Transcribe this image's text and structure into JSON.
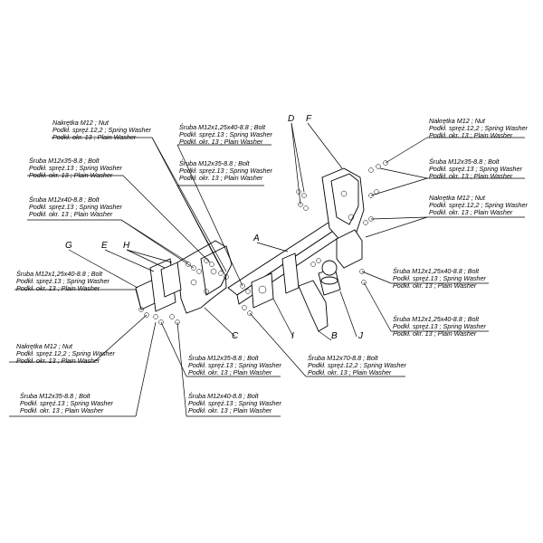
{
  "labels": {
    "tl1": [
      "Nakrętka  M12 ; Nut",
      "Podkł. spręż.12,2 ; Spring Washer",
      "Podkł. okr. 13 ; Plain Washer"
    ],
    "tl2": [
      "Śruba M12x35-8.8 ;  Bolt",
      "Podkł. spręż.13 ; Spring Washer",
      "Podkł. okr. 13 ; Plain Washer"
    ],
    "tl3": [
      "Śruba M12x40-8.8 ;  Bolt",
      "Podkł. spręż.13 ; Spring Washer",
      "Podkł. okr. 13 ; Plain Washer"
    ],
    "tc1": [
      "Śruba M12x1,25x40-8.8 ;  Bolt",
      "Podkł. spręż.13 ; Spring Washer",
      "Podkł. okr. 13 ; Plain Washer"
    ],
    "tc2": [
      "Śruba M12x35-8.8 ;  Bolt",
      "Podkł. spręż.13 ; Spring Washer",
      "Podkł. okr. 13 ; Plain Washer"
    ],
    "tr1": [
      "Nakrętka  M12 ; Nut",
      "Podkł. spręż.12,2 ; Spring Washer",
      "Podkł. okr. 13 ; Plain Washer"
    ],
    "tr2": [
      "Śruba M12x35-8.8 ;  Bolt",
      "Podkł. spręż.13 ; Spring Washer",
      "Podkł. okr. 13 ; Plain Washer"
    ],
    "tr3": [
      "Nakrętka  M12 ; Nut",
      "Podkł. spręż.12,2 ; Spring Washer",
      "Podkł. okr. 13 ; Plain Washer"
    ],
    "ml1": [
      "Śruba M12x1,25x40-8.8 ;  Bolt",
      "Podkł. spręż.13 ; Spring Washer",
      "Podkł. okr. 13 ; Plain Washer"
    ],
    "mr1": [
      "Śruba M12x1,25x40-8.8 ;  Bolt",
      "Podkł. spręż.13 ; Spring Washer",
      "Podkł. okr. 13 ; Plain Washer"
    ],
    "mr2": [
      "Śruba M12x1,25x40-8.8 ;  Bolt",
      "Podkł. spręż.13 ; Spring Washer",
      "Podkł. okr. 13 ; Plain Washer"
    ],
    "bl1": [
      "Nakrętka  M12 ; Nut",
      "Podkł. spręż.12,2 ; Spring Washer",
      "Podkł. okr. 13 ; Plain Washer"
    ],
    "bl2": [
      "Śruba M12x35-8.8 ;  Bolt",
      "Podkł. spręż.13 ; Spring Washer",
      "Podkł. okr. 13 ; Plain Washer"
    ],
    "bc1": [
      "Śruba M12x35-8.8 ;  Bolt",
      "Podkł. spręż.13 ; Spring Washer",
      "Podkł. okr. 13 ; Plain Washer"
    ],
    "bc2": [
      "Śruba M12x40-8.8 ;  Bolt",
      "Podkł. spręż.13 ; Spring Washer",
      "Podkł. okr. 13 ; Plain Washer"
    ],
    "bc3": [
      "Śruba M12x70-8.8 ;  Bolt",
      "Podkł. spręż.12,2 ; Spring Washer",
      "Podkł. okr. 13 ; Plain Washer"
    ]
  },
  "letters": {
    "A": "A",
    "B": "B",
    "C": "C",
    "D": "D",
    "E": "E",
    "F": "F",
    "G": "G",
    "H": "H",
    "I": "I",
    "J": "J"
  }
}
